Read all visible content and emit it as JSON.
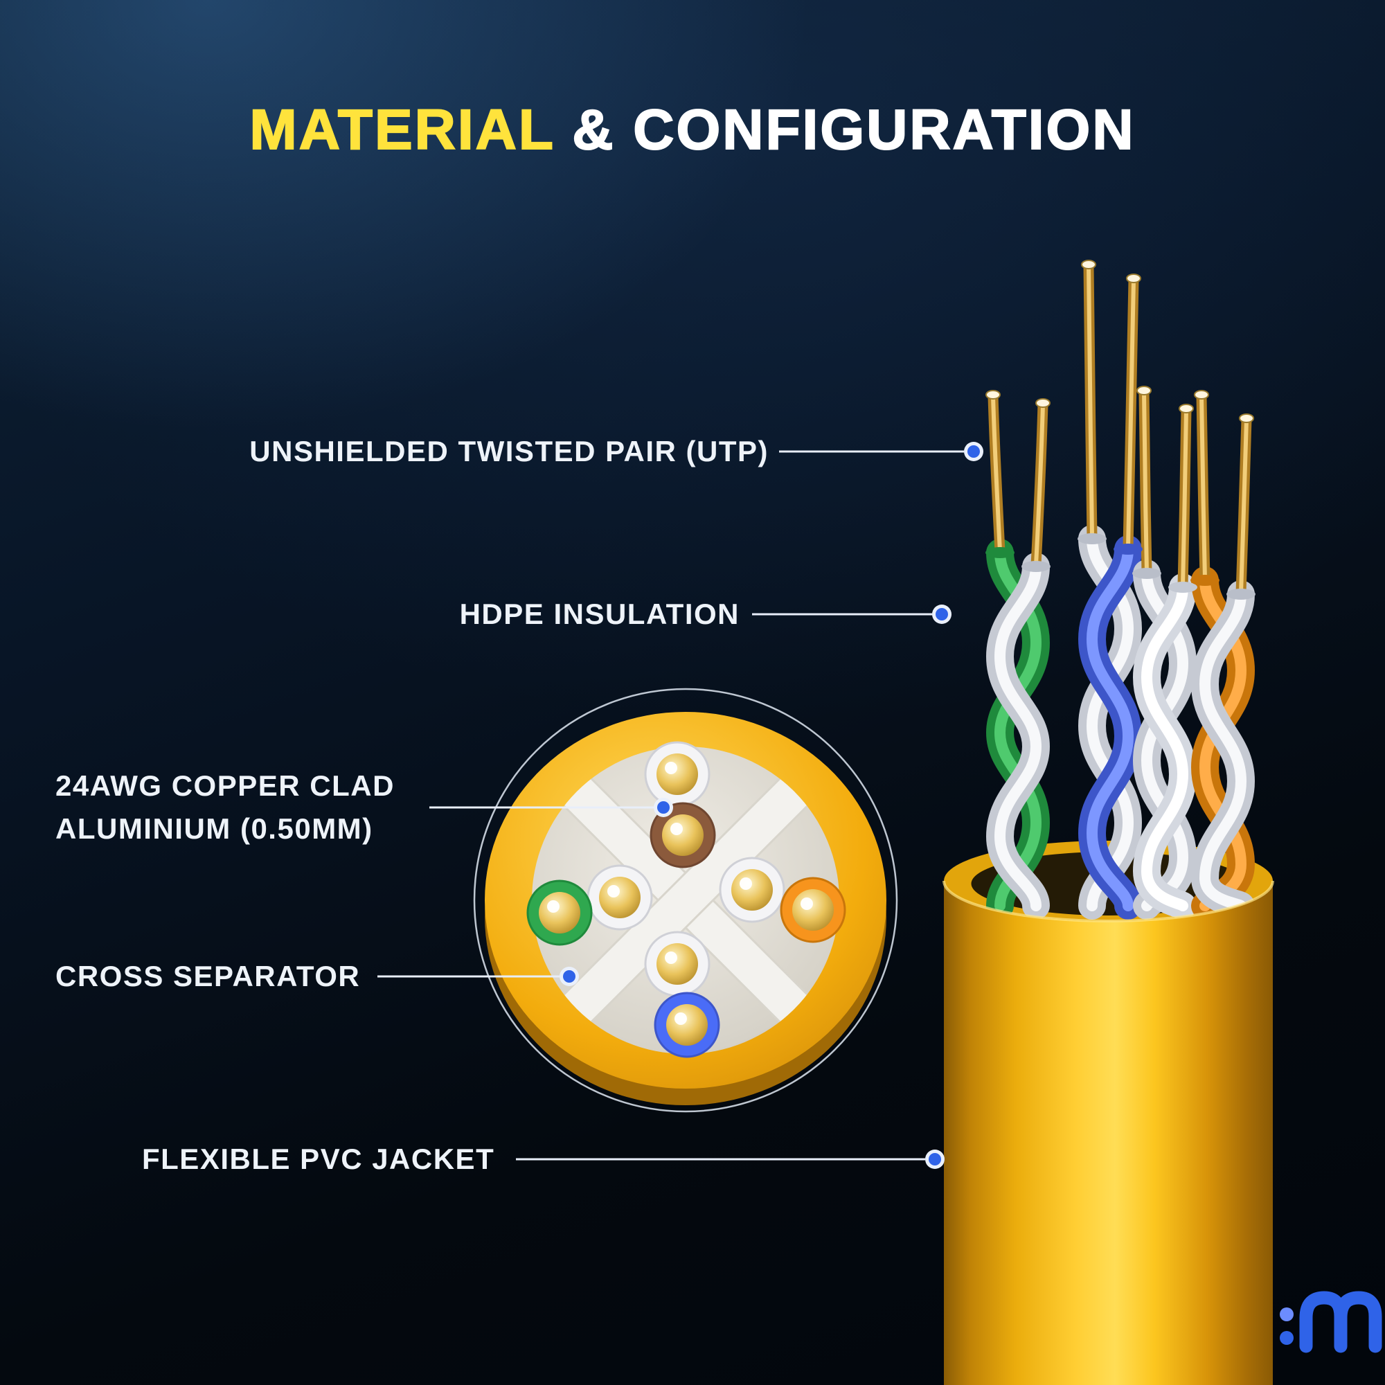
{
  "title": {
    "highlight": "MATERIAL",
    "rest": " & CONFIGURATION"
  },
  "callouts": {
    "utp": {
      "label": "UNSHIELDED TWISTED PAIR (UTP)"
    },
    "hdpe": {
      "label": "HDPE INSULATION"
    },
    "cca": {
      "line1": "24AWG COPPER CLAD",
      "line2": "ALUMINIUM (0.50MM)"
    },
    "separator": {
      "label": "CROSS SEPARATOR"
    },
    "jacket": {
      "label": "FLEXIBLE PVC JACKET"
    }
  },
  "colors": {
    "title_highlight": "#ffe33c",
    "title_text": "#ffffff",
    "background_top": "#16324f",
    "background_bottom": "#04090f",
    "jacket_yellow": "#f6b40d",
    "copper": "#c79437",
    "wire_white": "#f2f3f5",
    "wire_blue": "#4a6cf7",
    "wire_green": "#2fa84f",
    "wire_orange": "#f7941d",
    "wire_brown": "#8b5a3c",
    "separator_white": "#f1f0ec",
    "callout_line": "#e8eef9",
    "callout_dot": "#2f63e8",
    "logo_blue": "#2f63e8"
  },
  "icons": {
    "brand_logo": "brand-logo-mark"
  }
}
